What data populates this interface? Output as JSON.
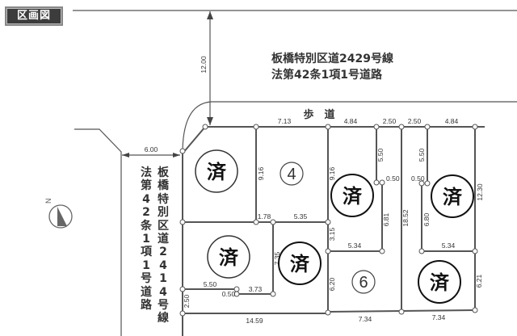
{
  "header": {
    "title": "区画図"
  },
  "roads": {
    "north": {
      "line1": "板橋特別区道2429号線",
      "line2": "法第42条1項1号道路",
      "width_dim": "12.00",
      "sidewalk_label": "歩　道"
    },
    "west": {
      "col_right": "板橋特別区道2414号線",
      "col_left": "法第42条1項1号道路",
      "width_dim": "6.00"
    }
  },
  "compass": {
    "label": "N"
  },
  "lots": [
    {
      "id": "lot-nw",
      "status": "済",
      "sold": true
    },
    {
      "id": "lot-4",
      "status": "4",
      "sold": false
    },
    {
      "id": "lot-mid-north",
      "status": "済",
      "sold": true
    },
    {
      "id": "lot-ne",
      "status": "済",
      "sold": true
    },
    {
      "id": "lot-sw",
      "status": "済",
      "sold": true
    },
    {
      "id": "lot-center-south",
      "status": "済",
      "sold": true
    },
    {
      "id": "lot-6",
      "status": "6",
      "sold": false
    },
    {
      "id": "lot-se",
      "status": "済",
      "sold": true
    }
  ],
  "dimensions": {
    "top": [
      "7.13",
      "4.84",
      "2.50",
      "2.50",
      "4.84"
    ],
    "lot4_left": "9.16",
    "lot4_right": "9.16",
    "lot4_bottom_a": "1.78",
    "lot4_bottom_b": "5.35",
    "flag_mid_stem": "5.50",
    "flag_mid_offset": "0.50",
    "flag_mid_side": "6.81",
    "flag_mid_bottom": "5.34",
    "mid_left_lower": "3.15",
    "center_long": "18.52",
    "flag_east_stem": "5.50",
    "flag_east_offset": "0.50",
    "flag_east_side": "6.80",
    "flag_east_bottom": "5.34",
    "east_side": "12.30",
    "sw_right": "7.35",
    "sw_bottom_a": "5.50",
    "sw_offset": "0.50",
    "sw_bottom_b": "3.73",
    "sw_strip": "2.50",
    "bottom_left": "14.59",
    "lot6_left": "6.20",
    "bottom_mid": "7.34",
    "bottom_right": "7.34",
    "se_right": "6.21"
  }
}
